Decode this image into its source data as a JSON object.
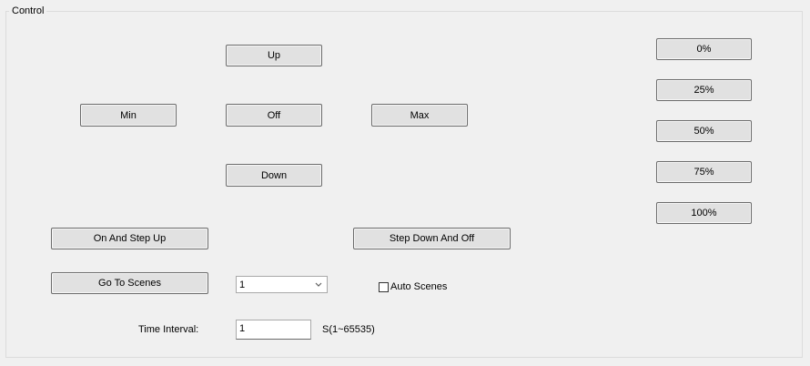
{
  "group": {
    "title": "Control"
  },
  "buttons": {
    "up": "Up",
    "min": "Min",
    "off": "Off",
    "max": "Max",
    "down": "Down",
    "on_and_step_up": "On And Step Up",
    "step_down_and_off": "Step Down And Off",
    "go_to_scenes": "Go To Scenes",
    "pct_0": "0%",
    "pct_25": "25%",
    "pct_50": "50%",
    "pct_75": "75%",
    "pct_100": "100%"
  },
  "scenes": {
    "selected": "1",
    "auto_label": "Auto Scenes",
    "auto_checked": false
  },
  "interval": {
    "label": "Time Interval:",
    "value": "1",
    "unit": "S(1~65535)"
  },
  "icons": {
    "dropdown": "chevron-down-icon"
  }
}
